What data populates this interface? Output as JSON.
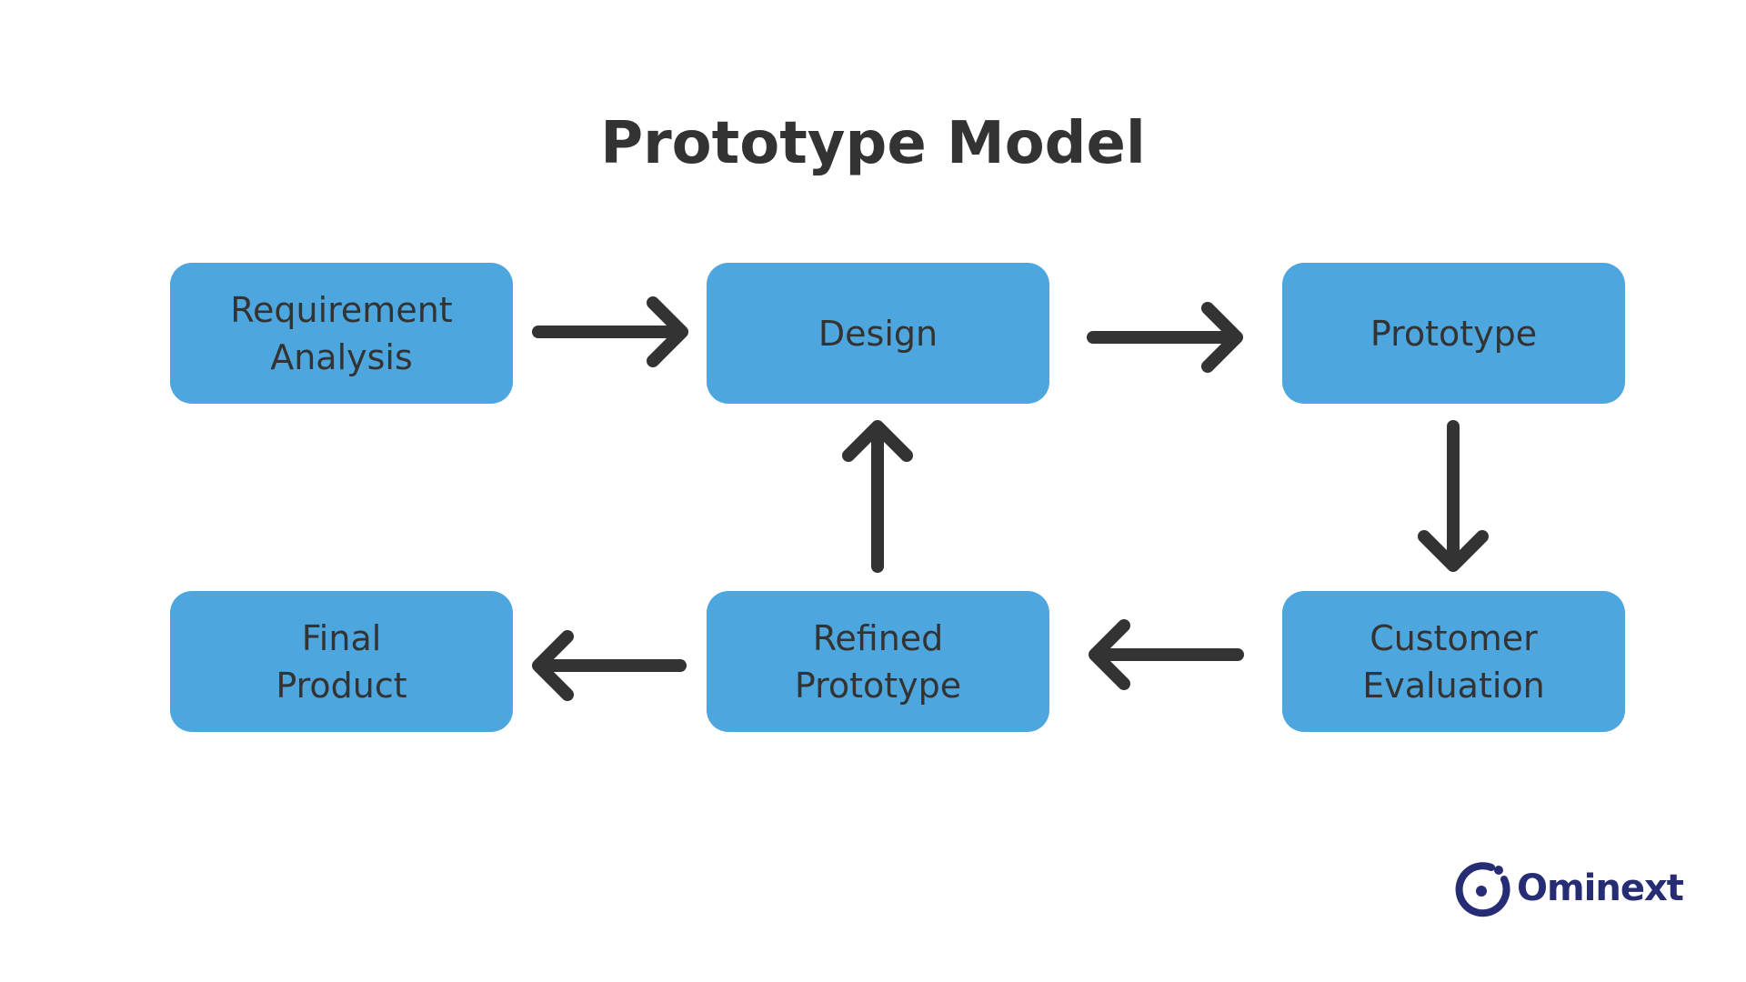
{
  "title": "Prototype Model",
  "colors": {
    "box_fill": "#4EA6DE",
    "text": "#333333",
    "arrow": "#333333",
    "brand": "#272D75"
  },
  "steps": [
    {
      "id": "requirement-analysis",
      "label": "Requirement\nAnalysis"
    },
    {
      "id": "design",
      "label": "Design"
    },
    {
      "id": "prototype",
      "label": "Prototype"
    },
    {
      "id": "customer-evaluation",
      "label": "Customer\nEvaluation"
    },
    {
      "id": "refined-prototype",
      "label": "Refined\nPrototype"
    },
    {
      "id": "final-product",
      "label": "Final\nProduct"
    }
  ],
  "flow": [
    {
      "from": "requirement-analysis",
      "to": "design"
    },
    {
      "from": "design",
      "to": "prototype"
    },
    {
      "from": "prototype",
      "to": "customer-evaluation"
    },
    {
      "from": "customer-evaluation",
      "to": "refined-prototype"
    },
    {
      "from": "refined-prototype",
      "to": "design"
    },
    {
      "from": "refined-prototype",
      "to": "final-product"
    }
  ],
  "logo": {
    "name": "Ominext",
    "icon": "ominext-logo-icon"
  }
}
